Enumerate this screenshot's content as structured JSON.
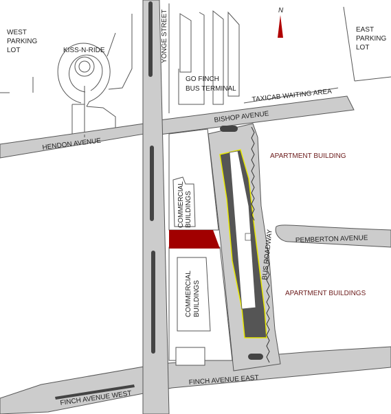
{
  "map": {
    "colors": {
      "road": "#cccccc",
      "road_edge": "#555555",
      "median": "#444444",
      "platform": "#555555",
      "platform_edge": "#e8e800",
      "highlight": "#a10000",
      "building": "#ffffff",
      "label": "#222222",
      "label_dark": "#6b1a1a",
      "north_arrow": "#b00000"
    },
    "labels": {
      "west_parking_line1": "WEST",
      "west_parking_line2": "PARKING",
      "west_parking_line3": "LOT",
      "east_parking_line1": "EAST",
      "east_parking_line2": "PARKING",
      "east_parking_line3": "LOT",
      "kiss_n_ride": "KISS-N-RIDE",
      "yonge_street": "YONGE STREET",
      "go_finch_line1": "GO FINCH",
      "go_finch_line2": "BUS TERMINAL",
      "taxicab_waiting": "TAXICAB WAITING AREA",
      "bishop_avenue": "BISHOP AVENUE",
      "hendon_avenue": "HENDON AVENUE",
      "apartment_building": "APARTMENT BUILDING",
      "commercial_a_line1": "COMMERCIAL",
      "commercial_a_line2": "BUILDINGS",
      "pemberton_avenue": "PEMBERTON AVENUE",
      "bus_roadway": "BUS ROADWAY",
      "commercial_b_line1": "COMMERCIAL",
      "commercial_b_line2": "BUILDINGS",
      "apartment_buildings": "APARTMENT BUILDINGS",
      "finch_avenue_east": "FINCH AVENUE EAST",
      "finch_avenue_west": "FINCH AVENUE WEST",
      "north": "N"
    }
  }
}
